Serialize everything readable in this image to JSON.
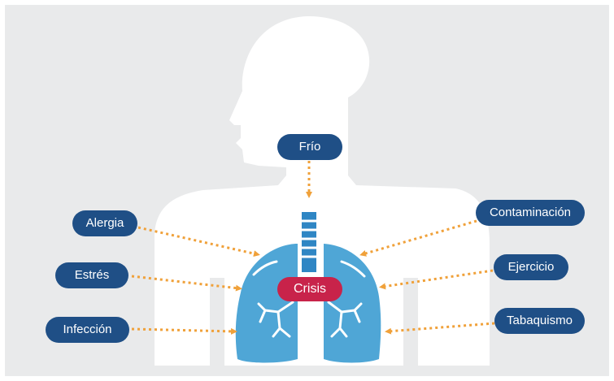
{
  "colors": {
    "background": "#e9eaeb",
    "silhouette": "#ffffff",
    "label_fill": "#1f4f86",
    "lung_fill": "#4fa6d6",
    "trachea_fill": "#2f86c4",
    "arrow_color": "#f0a13a",
    "crisis_fill": "#c8234a"
  },
  "center_label": "Crisis",
  "triggers": {
    "frio": "Frío",
    "alergia": "Alergia",
    "estres": "Estrés",
    "infeccion": "Infección",
    "contaminacion": "Contaminación",
    "ejercicio": "Ejercicio",
    "tabaquismo": "Tabaquismo"
  }
}
